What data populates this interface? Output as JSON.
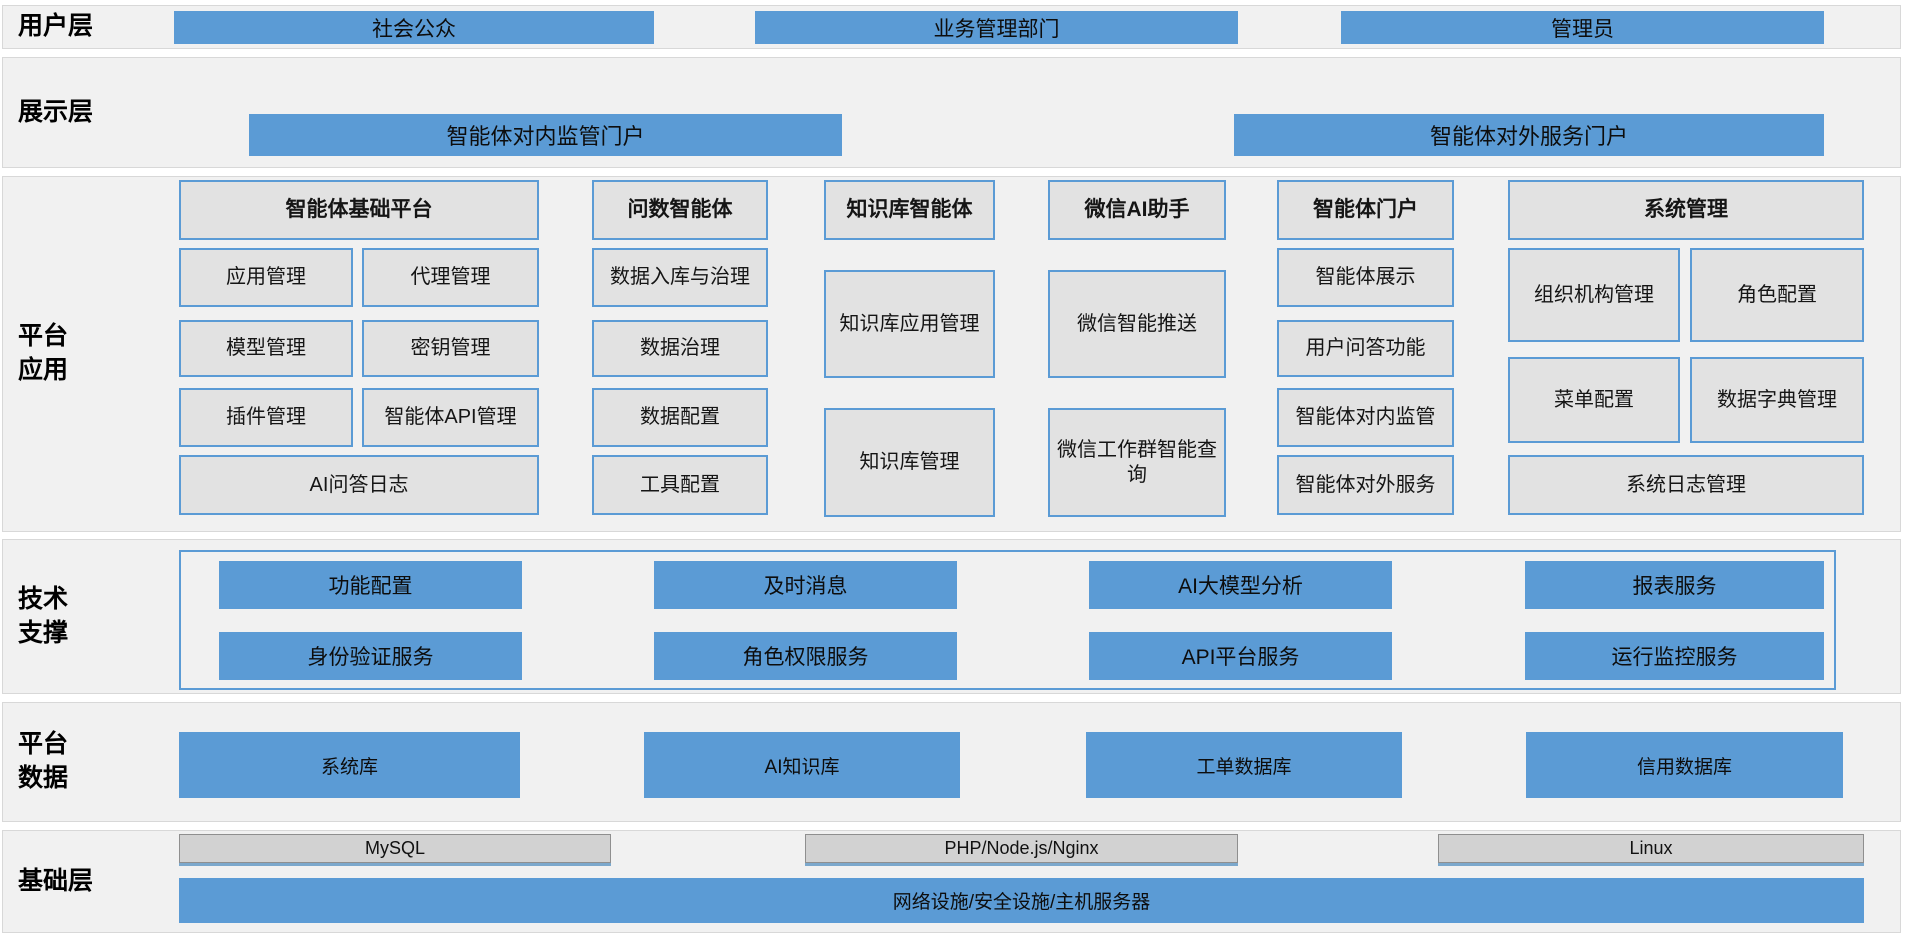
{
  "colors": {
    "accent_blue": "#5b9bd5",
    "band_background": "#f1f1f1",
    "module_gray_fill": "#e2e2e2",
    "infra_gray_fill": "#d2d2d2",
    "border_blue": "#5b9bd5"
  },
  "layers": {
    "user": {
      "label": "用户层",
      "boxes": [
        "社会公众",
        "业务管理部门",
        "管理员"
      ]
    },
    "display": {
      "label": "展示层",
      "boxes": [
        "智能体对内监管门户",
        "智能体对外服务门户"
      ]
    },
    "app": {
      "label_line1": "平台",
      "label_line2": "应用",
      "col1": {
        "header": "智能体基础平台",
        "items": [
          "应用管理",
          "代理管理",
          "模型管理",
          "密钥管理",
          "插件管理",
          "智能体API管理",
          "AI问答日志"
        ]
      },
      "col2": {
        "header": "问数智能体",
        "items": [
          "数据入库与治理",
          "数据治理",
          "数据配置",
          "工具配置"
        ]
      },
      "col3": {
        "header": "知识库智能体",
        "items": [
          "知识库应用管理",
          "知识库管理"
        ]
      },
      "col4": {
        "header": "微信AI助手",
        "items": [
          "微信智能推送",
          "微信工作群智能查询"
        ]
      },
      "col5": {
        "header": "智能体门户",
        "items": [
          "智能体展示",
          "用户问答功能",
          "智能体对内监管",
          "智能体对外服务"
        ]
      },
      "col6": {
        "header": "系统管理",
        "items": [
          "组织机构管理",
          "角色配置",
          "菜单配置",
          "数据字典管理",
          "系统日志管理"
        ]
      }
    },
    "tech": {
      "label_line1": "技术",
      "label_line2": "支撑",
      "items": [
        "功能配置",
        "及时消息",
        "AI大模型分析",
        "报表服务",
        "身份验证服务",
        "角色权限服务",
        "API平台服务",
        "运行监控服务"
      ]
    },
    "data": {
      "label_line1": "平台",
      "label_line2": "数据",
      "boxes": [
        "系统库",
        "AI知识库",
        "工单数据库",
        "信用数据库"
      ]
    },
    "infra": {
      "label": "基础层",
      "boxes": [
        "MySQL",
        "PHP/Node.js/Nginx",
        "Linux"
      ],
      "full_box": "网络设施/安全设施/主机服务器"
    }
  }
}
